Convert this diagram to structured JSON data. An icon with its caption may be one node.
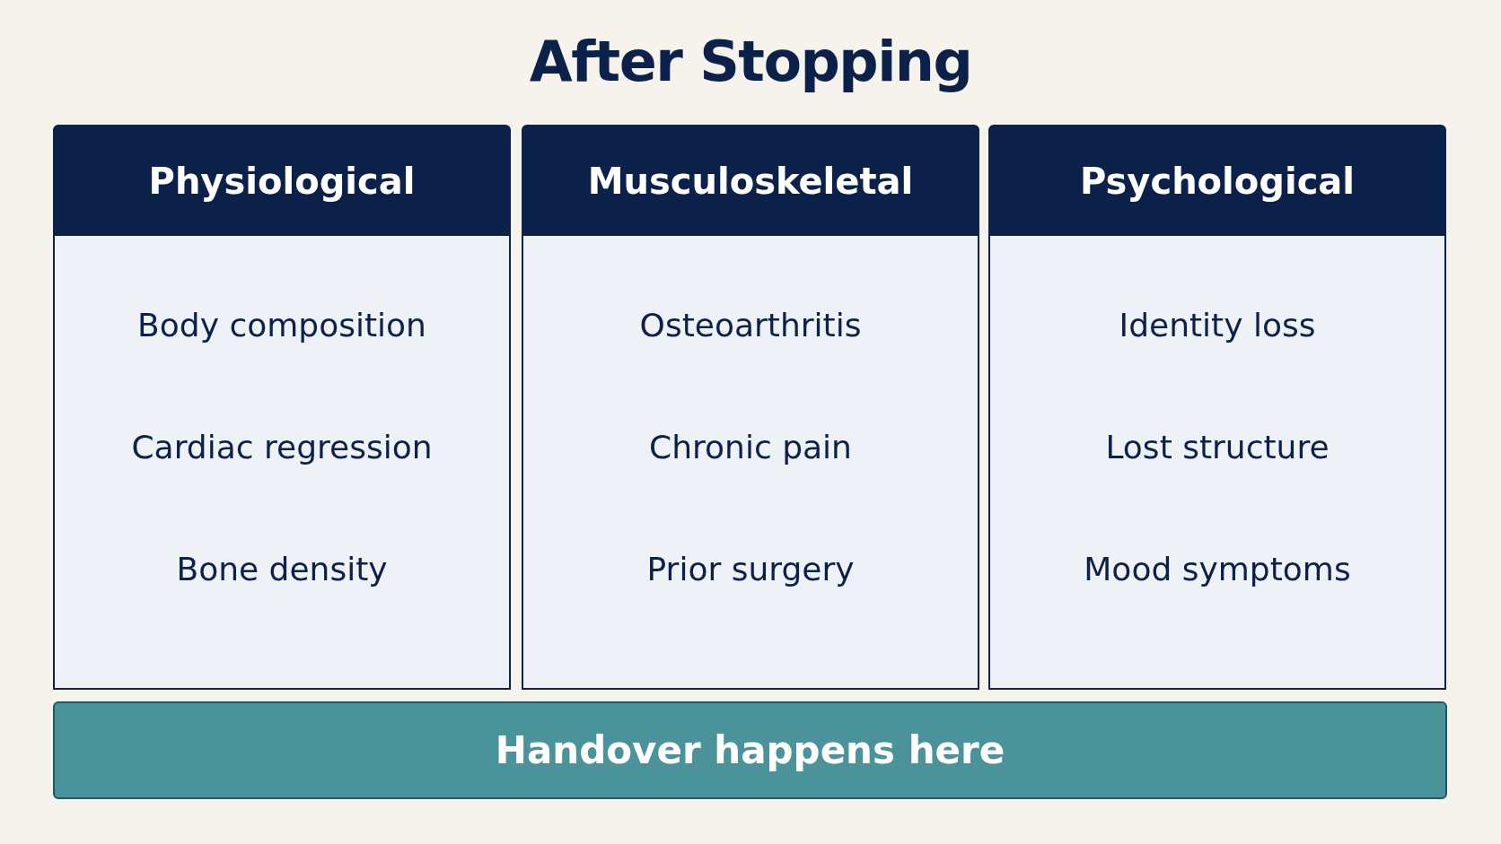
{
  "diagram": {
    "title": "After Stopping",
    "nodes": [
      {
        "text": [
          "Physiological",
          "Body composition",
          "Cardiac regression",
          "Bone density"
        ]
      },
      {
        "text": [
          "Musculoskeletal",
          "Osteoarthritis",
          "Chronic pain",
          "Prior surgery"
        ]
      },
      {
        "text": [
          "Psychological",
          "Identity loss",
          "Lost structure",
          "Mood symptoms"
        ]
      },
      {
        "text": [
          "Handover happens here"
        ]
      }
    ],
    "edges": []
  }
}
